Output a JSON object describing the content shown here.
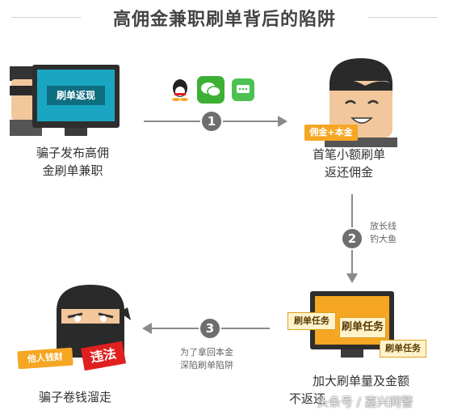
{
  "title": "高佣金兼职刷单背后的陷阱",
  "steps": [
    {
      "number": "1"
    },
    {
      "number": "2",
      "note_line1": "放长线",
      "note_line2": "钓大鱼"
    },
    {
      "number": "3",
      "note_line1": "为了拿回本金",
      "note_line2": "深陷刷单陷阱"
    }
  ],
  "nodes": {
    "scammer_post": {
      "screen_text": "刷单返现",
      "caption_line1": "骗子发布高佣",
      "caption_line2": "金刷单兼职"
    },
    "victim_first": {
      "tag": "佣金+本金",
      "caption_line1": "首笔小额刷单",
      "caption_line2": "返还佣金"
    },
    "victim_more": {
      "task1": "刷单任务",
      "task2": "刷单任务",
      "task3": "刷单任务",
      "caption_line1": "加大刷单量及金额",
      "caption_line2": "不返还"
    },
    "scammer_flee": {
      "tag_money": "他人钱财",
      "tag_illegal": "违法",
      "caption": "骗子卷钱溜走"
    }
  },
  "watermark": "头条号 / 嘉兴网警",
  "colors": {
    "accent": "#f5a623",
    "screen": "#1aa6c2",
    "arrow": "#8a8a8a",
    "illegal": "#e02020"
  },
  "icons": [
    "qq-icon",
    "wechat-icon",
    "message-icon"
  ]
}
